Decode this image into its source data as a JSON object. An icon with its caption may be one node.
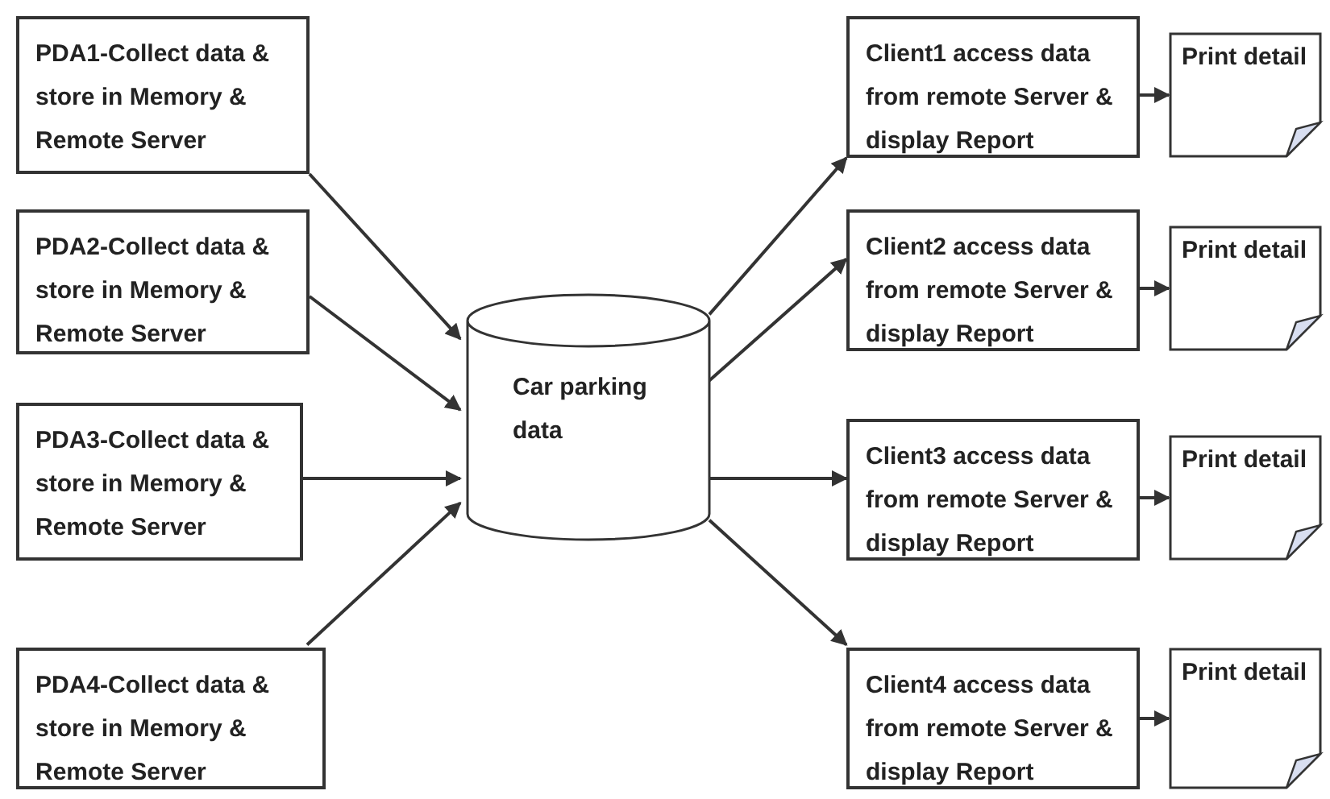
{
  "diagram": {
    "nodes": [
      {
        "text": [
          "PDA1-Collect data & store in Memory & Remote Server"
        ]
      },
      {
        "text": [
          "PDA2-Collect data & store in Memory & Remote Server"
        ]
      },
      {
        "text": [
          "PDA3-Collect data & store in Memory & Remote Server"
        ]
      },
      {
        "text": [
          "PDA4-Collect data & store in Memory & Remote Server"
        ]
      },
      {
        "text": [
          "Car parking data"
        ]
      },
      {
        "text": [
          "Client1 access data from remote Server & display Report"
        ]
      },
      {
        "text": [
          "Print detail"
        ]
      },
      {
        "text": [
          "Client2 access data from remote Server & display Report"
        ]
      },
      {
        "text": [
          "Print detail"
        ]
      },
      {
        "text": [
          "Client3 access data from remote Server & display Report"
        ]
      },
      {
        "text": [
          "Print detail"
        ]
      },
      {
        "text": [
          "Client4 access data from remote Server & display Report"
        ]
      },
      {
        "text": [
          "Print detail"
        ]
      }
    ],
    "edges": [
      {
        "from": 0,
        "to": 4,
        "arrow": "to"
      },
      {
        "from": 1,
        "to": 4,
        "arrow": "to"
      },
      {
        "from": 2,
        "to": 4,
        "arrow": "to"
      },
      {
        "from": 3,
        "to": 4,
        "arrow": "to"
      },
      {
        "from": 4,
        "to": 5,
        "arrow": "to"
      },
      {
        "from": 4,
        "to": 7,
        "arrow": "to"
      },
      {
        "from": 4,
        "to": 9,
        "arrow": "to"
      },
      {
        "from": 4,
        "to": 11,
        "arrow": "to"
      },
      {
        "from": 5,
        "to": 6,
        "arrow": "to"
      },
      {
        "from": 7,
        "to": 8,
        "arrow": "to"
      },
      {
        "from": 9,
        "to": 10,
        "arrow": "to"
      },
      {
        "from": 11,
        "to": 12,
        "arrow": "to"
      }
    ]
  }
}
